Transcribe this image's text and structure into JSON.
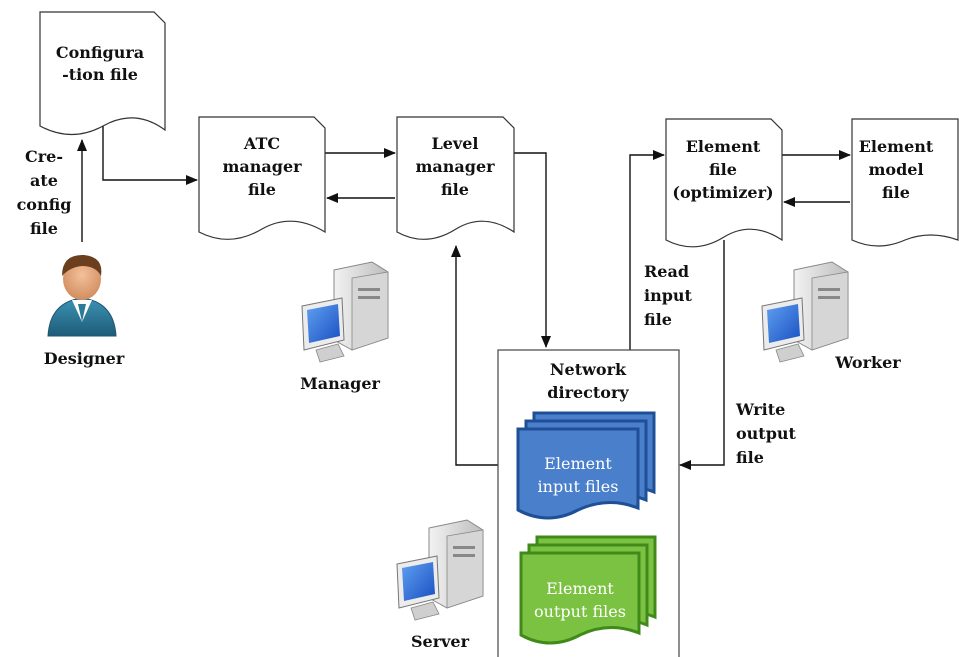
{
  "nodes": {
    "config_file": {
      "lines": [
        "Configura",
        "-tion file"
      ]
    },
    "atc_manager_file": {
      "lines": [
        "ATC",
        "manager",
        "file"
      ]
    },
    "level_manager_file": {
      "lines": [
        "Level",
        "manager",
        "file"
      ]
    },
    "element_file": {
      "lines": [
        "Element",
        "file",
        "(optimizer)"
      ]
    },
    "element_model_file": {
      "lines": [
        "Element",
        "model",
        "file"
      ]
    },
    "network_directory": {
      "lines": [
        "Network",
        "directory"
      ]
    },
    "element_input_files": {
      "lines": [
        "Element",
        "input files"
      ]
    },
    "element_output_files": {
      "lines": [
        "Element",
        "output files"
      ]
    }
  },
  "actors": {
    "designer": "Designer",
    "manager": "Manager",
    "worker": "Worker",
    "server": "Server"
  },
  "edge_labels": {
    "create_config": [
      "Cre-",
      "ate",
      "config",
      "file"
    ],
    "read_input": [
      "Read",
      "input",
      "file"
    ],
    "write_output": [
      "Write",
      "output",
      "file"
    ]
  },
  "colors": {
    "input_fill": "#4a7fcb",
    "input_stroke": "#1f4f96",
    "output_fill": "#7cc242",
    "output_stroke": "#3f8a19",
    "person_shirt": "#2b7a99",
    "person_skin": "#e6a97e",
    "person_hair": "#6b3e1e",
    "screen": "#2a63d6"
  },
  "icons": [
    "person-icon",
    "computer-icon",
    "document-icon",
    "document-stack-icon",
    "arrowhead-icon"
  ]
}
